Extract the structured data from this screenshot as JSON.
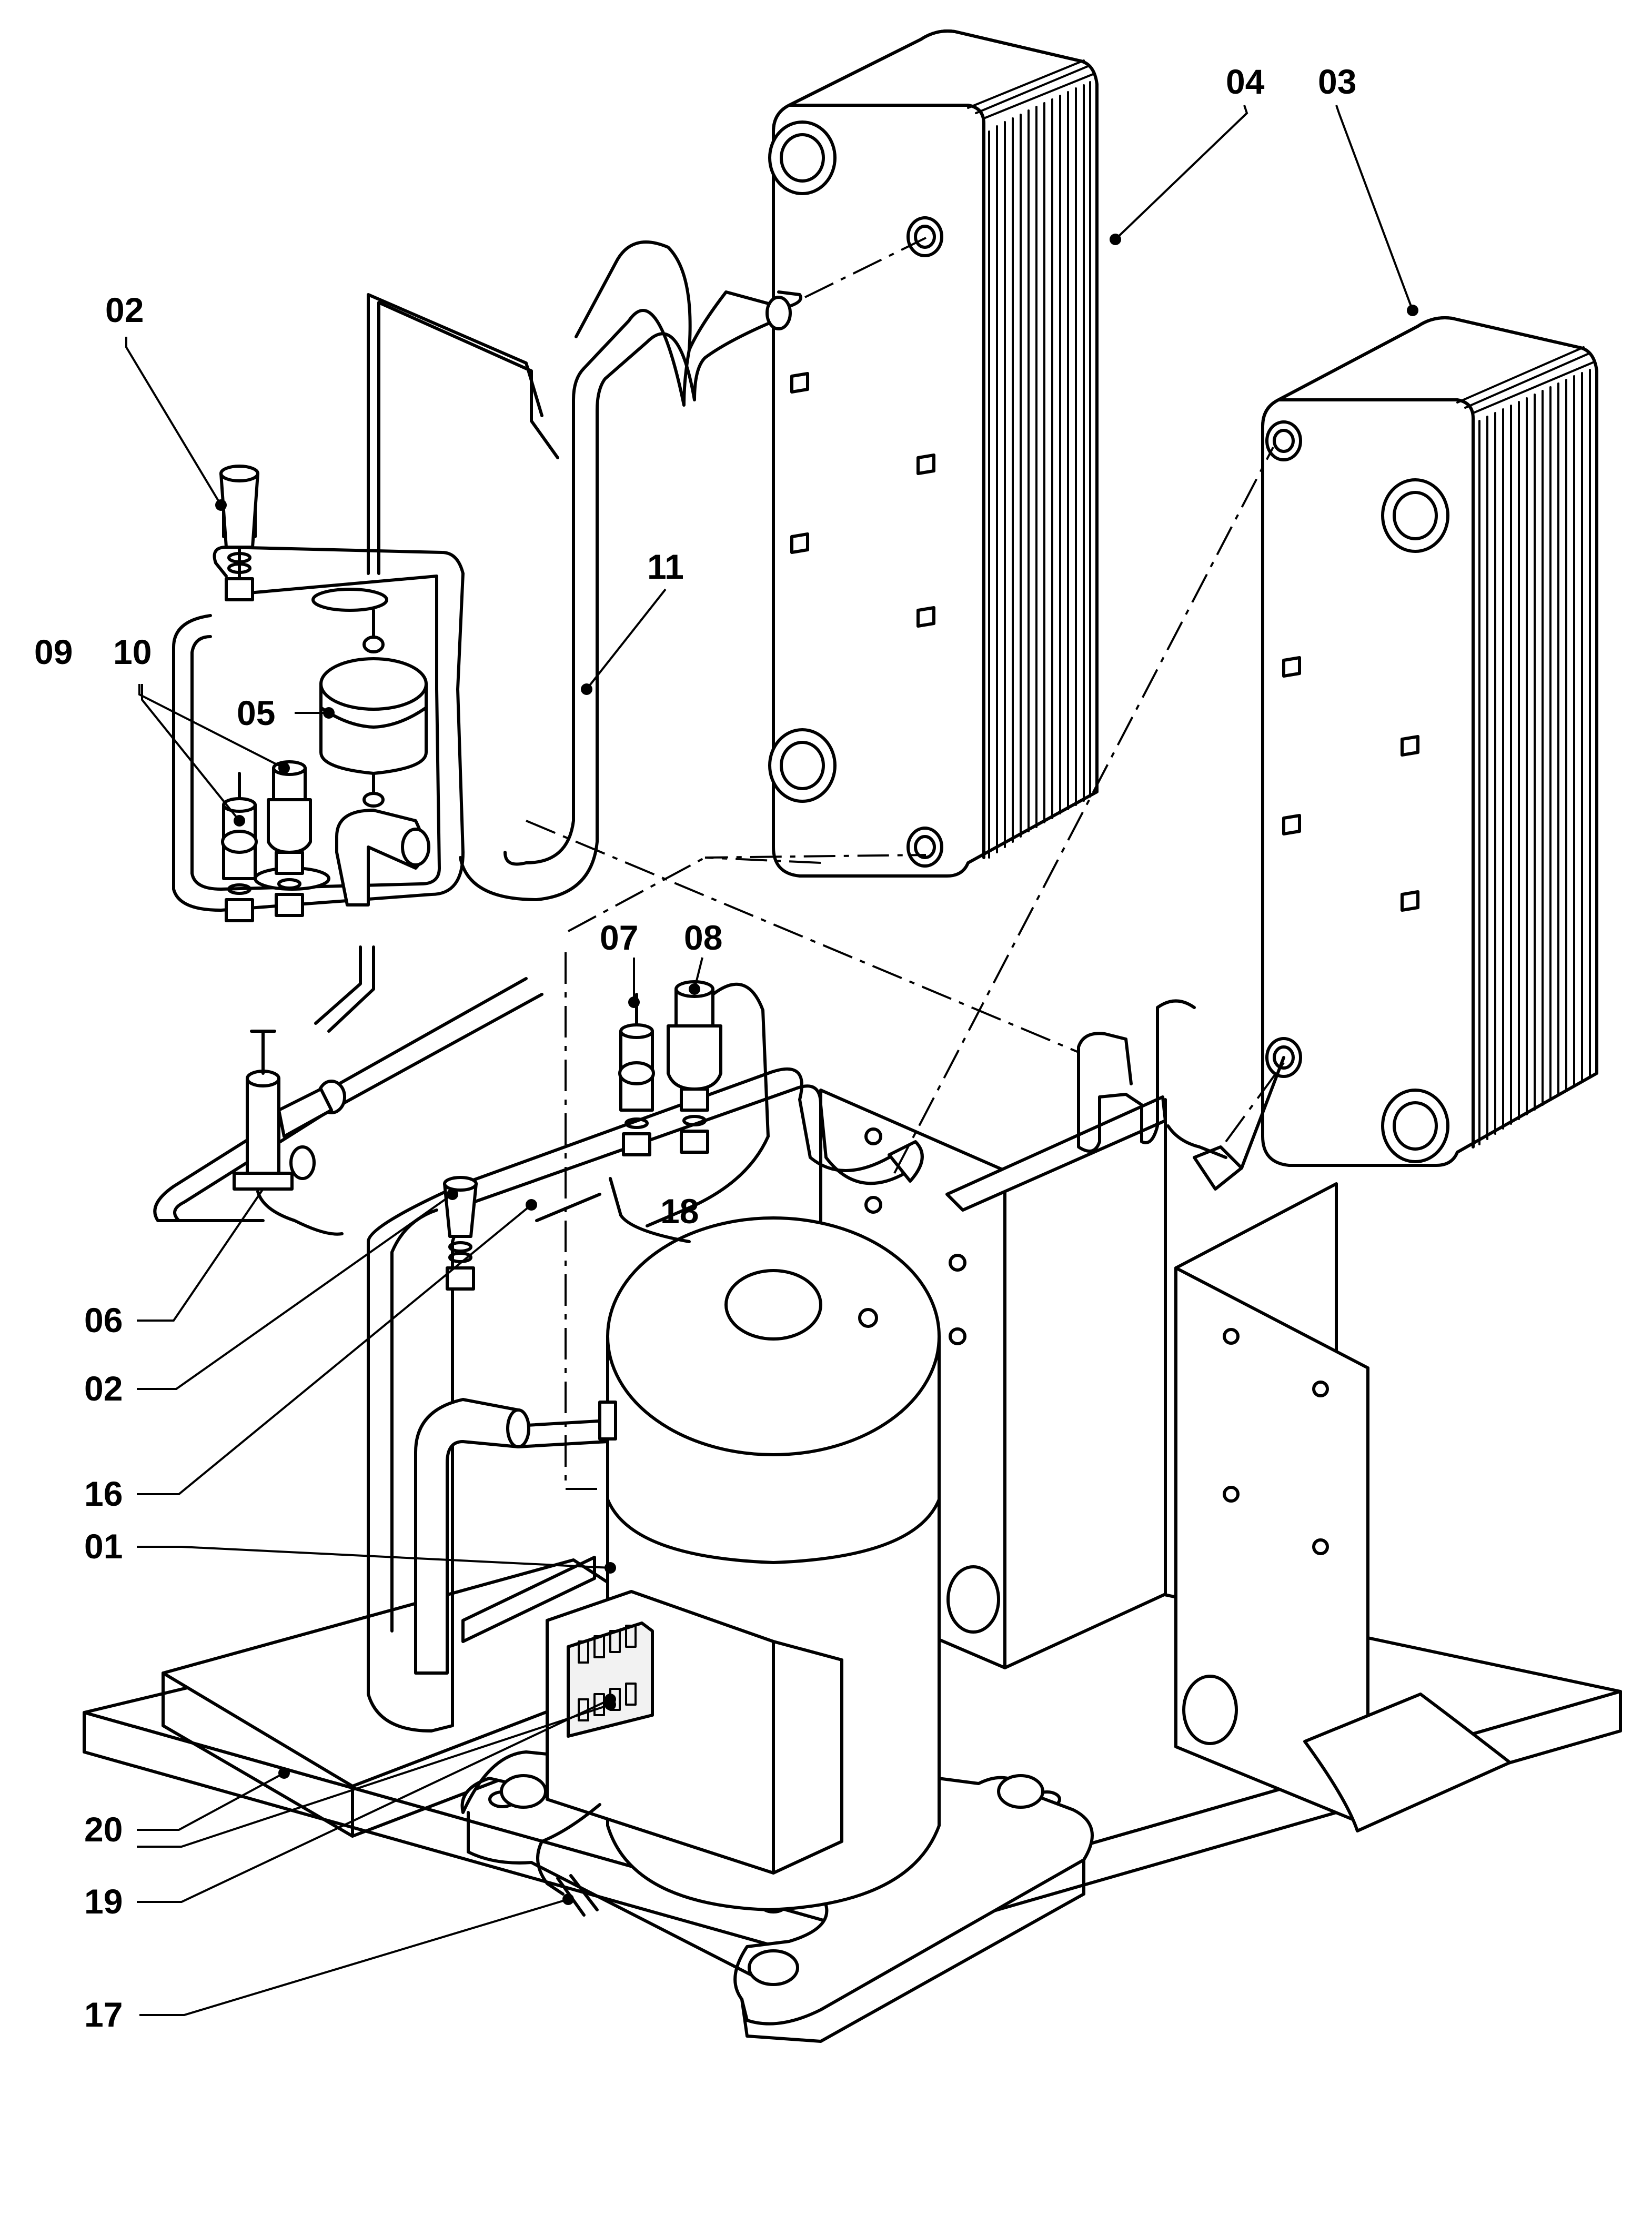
{
  "callouts": {
    "c01": "01",
    "c02a": "02",
    "c02b": "02",
    "c03": "03",
    "c04": "04",
    "c05": "05",
    "c06": "06",
    "c07": "07",
    "c08": "08",
    "c09": "09",
    "c10": "10",
    "c11": "11",
    "c16": "16",
    "c17": "17",
    "c18": "18",
    "c19": "19",
    "c20": "20"
  },
  "colors": {
    "ink": "#000000",
    "paper": "#ffffff",
    "shade": "#f2f2f2"
  }
}
